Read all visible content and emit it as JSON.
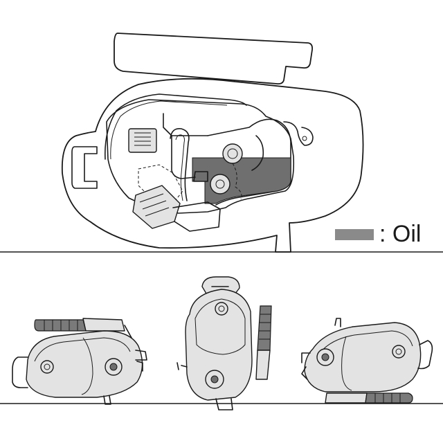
{
  "legend": {
    "label": ": Oil",
    "swatch_color": "#8a8a8a"
  },
  "colors": {
    "line": "#1a1a1a",
    "oil": "#8a8a8a",
    "shell_fill": "#e3e3e3"
  },
  "figures": {
    "top": "cutaway-engine-oil-level",
    "bottom": [
      "engine-on-side-left",
      "engine-standing-upright",
      "engine-on-side-right"
    ]
  }
}
